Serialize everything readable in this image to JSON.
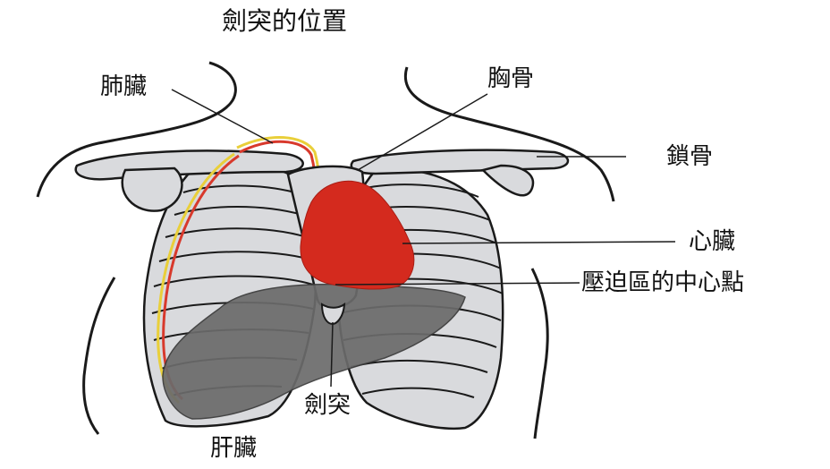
{
  "title": "劍突的位置",
  "labels": {
    "lung": "肺臟",
    "sternum": "胸骨",
    "clavicle": "鎖骨",
    "heart": "心臟",
    "pressure_point": "壓迫區的中心點",
    "xiphoid": "劍突",
    "liver": "肝臟"
  },
  "colors": {
    "bone_fill": "#d9dadd",
    "outline": "#1a1a1a",
    "heart": "#d42a1e",
    "liver": "#6b6b6b",
    "lung_edge_outer": "#e9cf3a",
    "lung_edge_inner": "#d8392c"
  }
}
